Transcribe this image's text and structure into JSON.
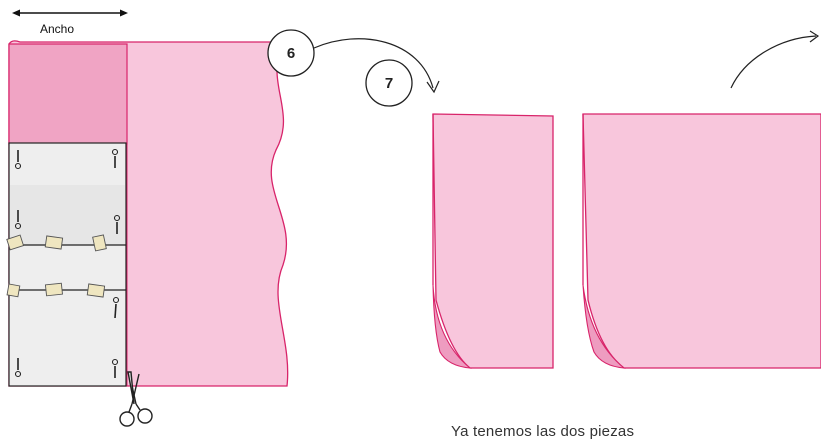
{
  "width_label": "Ancho",
  "steps": [
    "6",
    "7"
  ],
  "caption": "Ya tenemos las dos piezas",
  "colors": {
    "fabric": "#f8c6dc",
    "fabric_edge": "#d8246a",
    "fabric_dark": "#f0a4c4",
    "pattern_paper": "#eeeeee",
    "tape": "#efe6c0",
    "ink": "#222222"
  },
  "icons": [
    "double-arrow-icon",
    "scissors-icon",
    "pin-icon",
    "curved-arrow-icon",
    "tape-icon"
  ]
}
